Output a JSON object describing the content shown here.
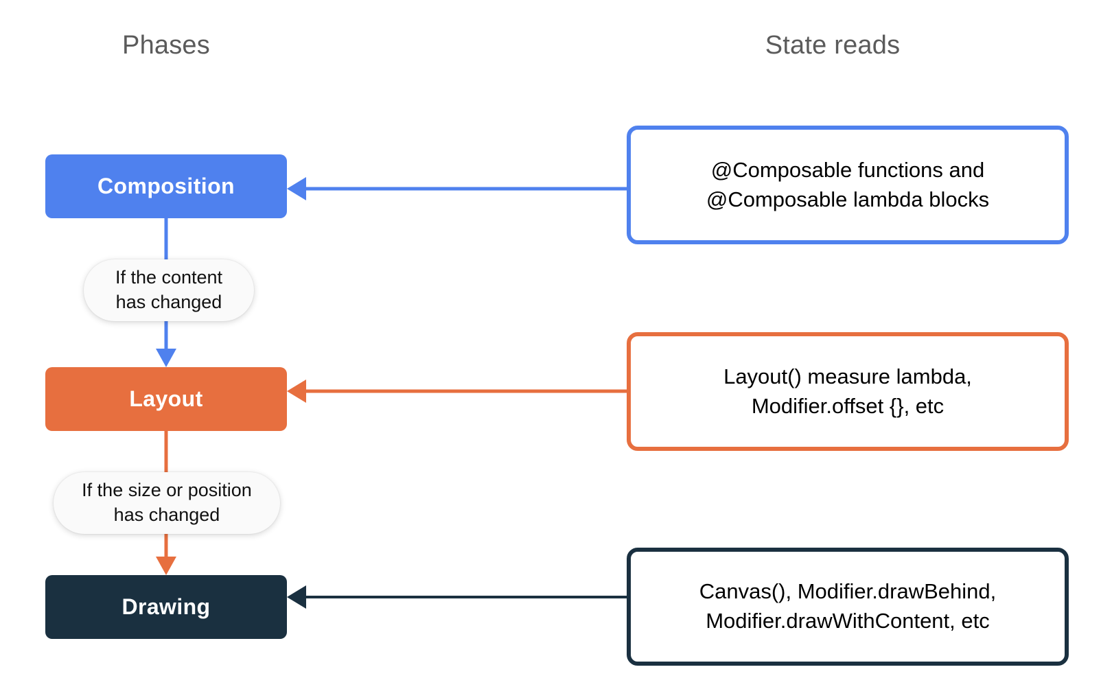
{
  "headers": {
    "left": "Phases",
    "right": "State reads"
  },
  "phases": [
    {
      "label": "Composition",
      "color": "#4F81EE"
    },
    {
      "label": "Layout",
      "color": "#E76F3F"
    },
    {
      "label": "Drawing",
      "color": "#1A3040"
    }
  ],
  "state_reads": [
    {
      "line1": "@Composable functions and",
      "line2": "@Composable lambda blocks",
      "color": "#4F81EE"
    },
    {
      "line1": "Layout() measure lambda,",
      "line2": "Modifier.offset {}, etc",
      "color": "#E76F3F"
    },
    {
      "line1": "Canvas(), Modifier.drawBehind,",
      "line2": "Modifier.drawWithContent, etc",
      "color": "#1A3040"
    }
  ],
  "conditions": [
    {
      "line1": "If the content",
      "line2": "has changed"
    },
    {
      "line1": "If the size or position",
      "line2": "has changed"
    }
  ],
  "colors": {
    "composition_blue": "#4F81EE",
    "layout_orange": "#E76F3F",
    "drawing_navy": "#1A3040",
    "header_gray": "#5B5B5B",
    "background": "#FFFFFF"
  }
}
